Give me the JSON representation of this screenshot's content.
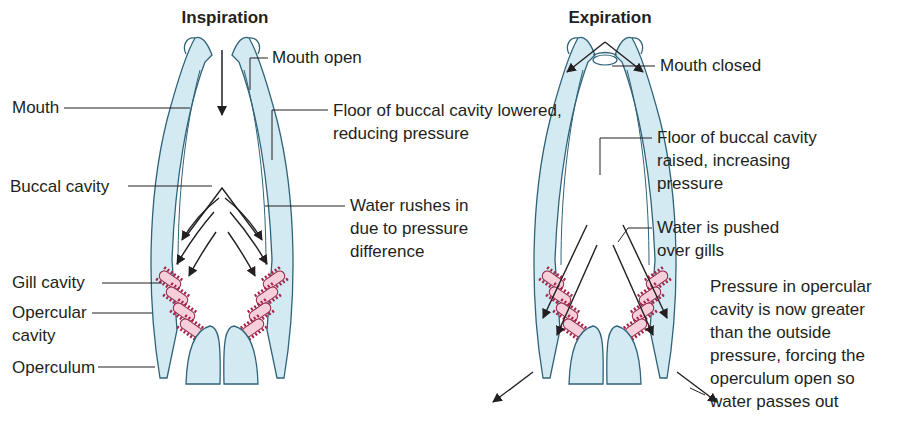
{
  "diagram": {
    "labels": [
      "Inspiration",
      "Expiration",
      "Mouth open",
      "Mouth",
      "Floor of buccal cavity lowered, reducing pressure",
      "Buccal cavity",
      "Water rushes in due to pressure difference",
      "Gill cavity",
      "Opercular cavity",
      "Operculum",
      "Mouth closed",
      "Floor of buccal cavity raised, increasing pressure",
      "Water is pushed over gills",
      "Pressure in opercular cavity is now greater than the outside pressure, forcing the operculum open so water passes out"
    ]
  }
}
